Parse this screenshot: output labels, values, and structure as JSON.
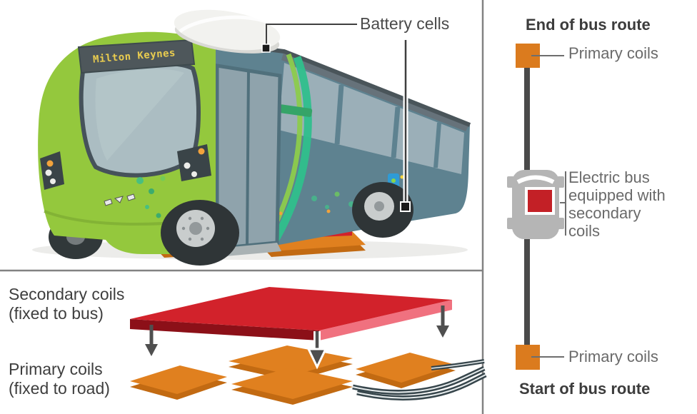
{
  "panels": {
    "bus": {
      "battery_cells_label": "Battery cells",
      "destination_sign": "Milton Keynes"
    },
    "coils": {
      "secondary_line1": "Secondary coils",
      "secondary_line2": "(fixed to bus)",
      "primary_line1": "Primary coils",
      "primary_line2": "(fixed to road)"
    },
    "route": {
      "end_label": "End of bus route",
      "primary_top_label": "Primary coils",
      "bus_lines": [
        "Electric bus",
        "equipped with",
        "secondary",
        "coils"
      ],
      "primary_bottom_label": "Primary coils",
      "start_label": "Start of bus route"
    }
  },
  "colors": {
    "primary_coil_orange": "#DB7B1E",
    "secondary_coil_red": "#D2222B",
    "secondary_coil_dark_red": "#8C1018",
    "secondary_coil_pink_edge": "#F0717F",
    "route_line_gray": "#4A4A4A",
    "label_gray": "#6A6A6A",
    "heading_dark": "#3C3C3C",
    "bus_green": "#94C83D",
    "bus_teal": "#5E8290",
    "divider_gray": "#828282",
    "destination_text_yellow": "#E9CC4F"
  }
}
